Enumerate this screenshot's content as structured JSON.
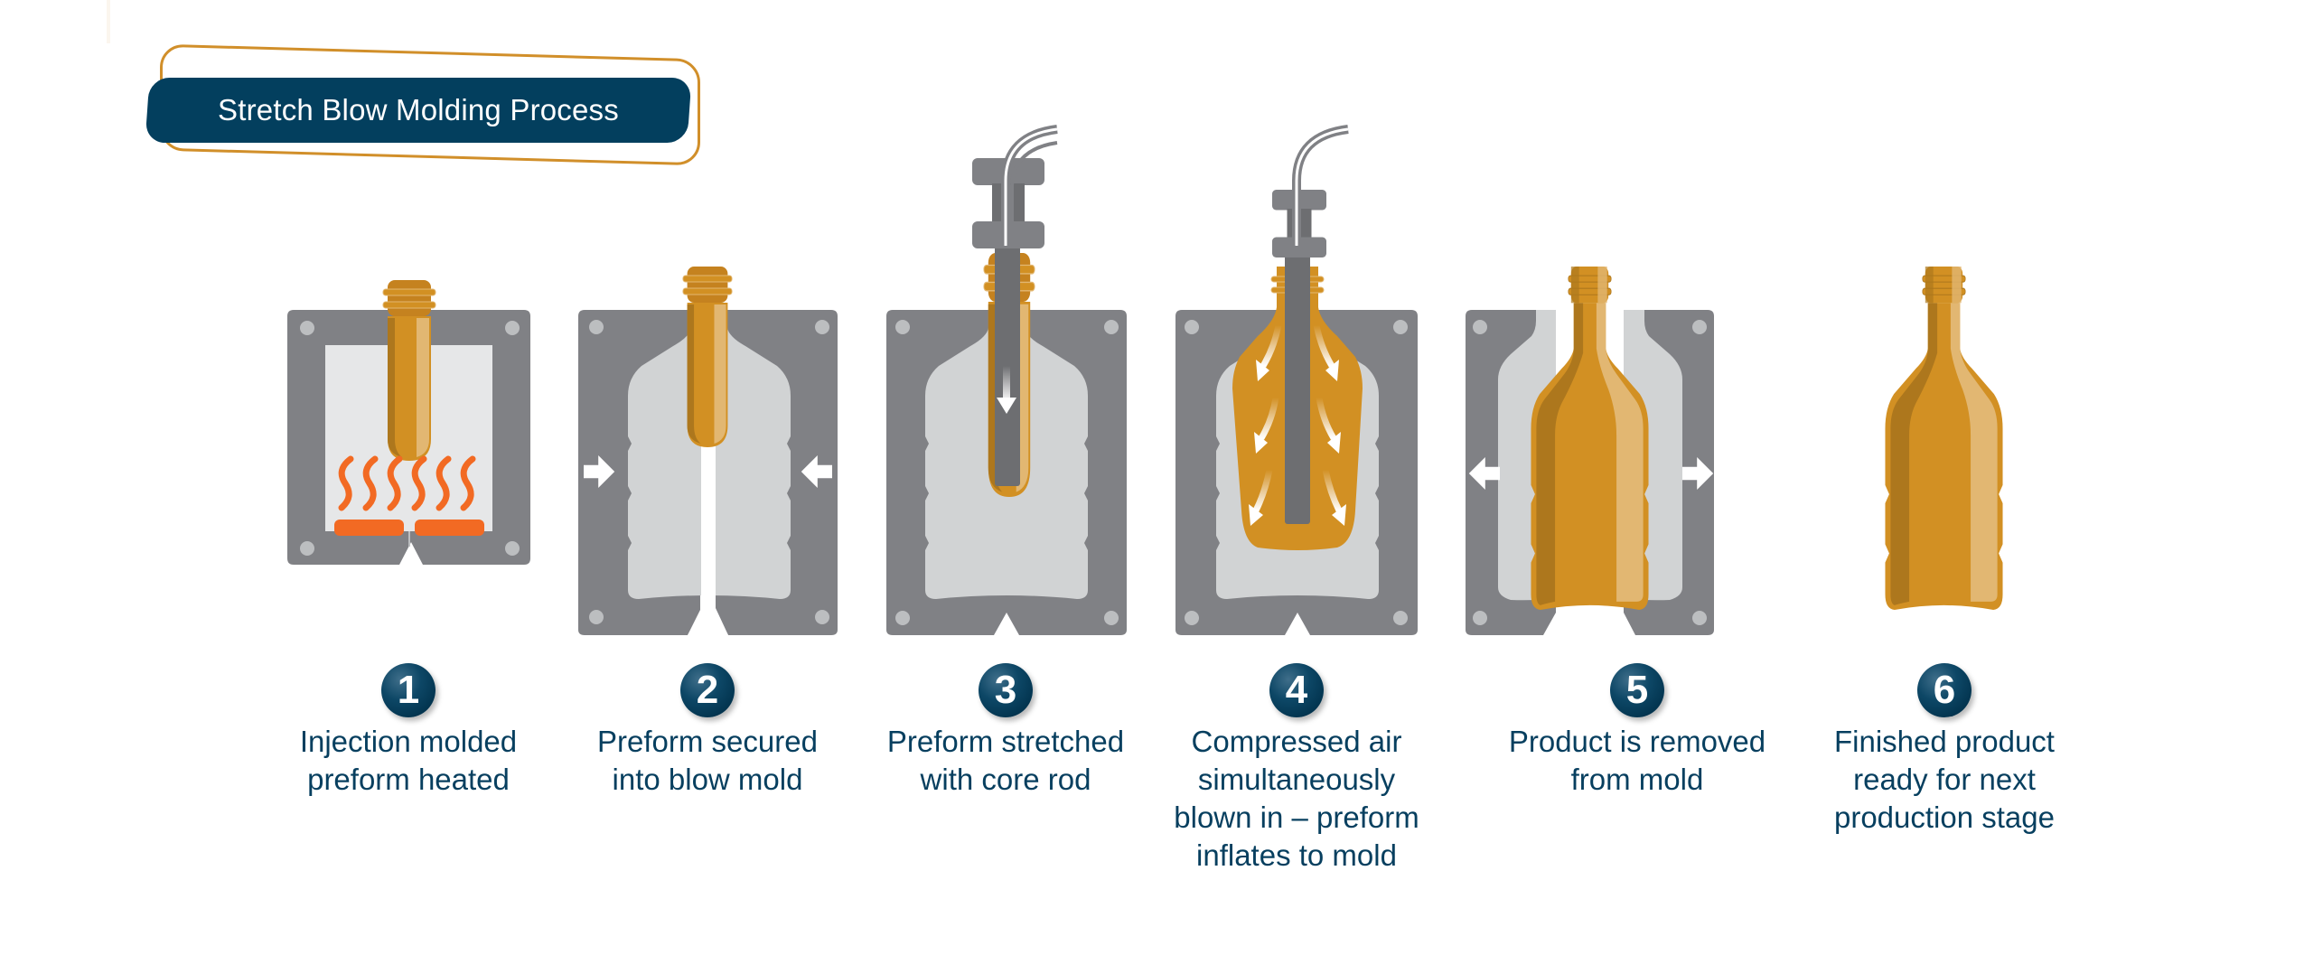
{
  "title": "Stretch Blow Molding Process",
  "colors": {
    "navy": "#033f5e",
    "accent_orange_outline": "#d18f2a",
    "mold_gray": "#808185",
    "cavity_gray": "#d1d3d4",
    "amber": "#d29023",
    "amber_dark": "#ad771d",
    "amber_light": "#e2b772",
    "heat_orange": "#f26a23",
    "core_rod": "#6d6e71"
  },
  "steps": [
    {
      "number": "1",
      "label": "Injection molded preform heated",
      "lines": [
        "Injection molded",
        "preform heated"
      ]
    },
    {
      "number": "2",
      "label": "Preform secured into blow mold",
      "lines": [
        "Preform secured",
        "into blow mold"
      ]
    },
    {
      "number": "3",
      "label": "Preform stretched with core rod",
      "lines": [
        "Preform stretched",
        "with core rod"
      ]
    },
    {
      "number": "4",
      "label": "Compressed air simultaneously blown in – preform inflates to mold",
      "lines": [
        "Compressed air",
        "simultaneously",
        "blown in – preform",
        "inflates to mold"
      ]
    },
    {
      "number": "5",
      "label": "Product is removed from mold",
      "lines": [
        "Product is removed",
        "from mold"
      ]
    },
    {
      "number": "6",
      "label": "Finished product ready for next production stage",
      "lines": [
        "Finished product",
        "ready for next",
        "production stage"
      ]
    }
  ],
  "icons": {
    "step1": [
      "preform-icon",
      "heat-waves-icon",
      "heater-icon",
      "mold-icon"
    ],
    "step2": [
      "preform-icon",
      "mold-halves-icon",
      "arrow-right-icon",
      "arrow-left-icon"
    ],
    "step3": [
      "core-rod-icon",
      "air-hose-icon",
      "arrow-down-icon",
      "mold-icon"
    ],
    "step4": [
      "inflated-bottle-icon",
      "air-flow-arrows-icon",
      "mold-icon"
    ],
    "step5": [
      "bottle-icon",
      "mold-halves-open-icon",
      "arrow-left-icon",
      "arrow-right-icon"
    ],
    "step6": [
      "bottle-icon"
    ]
  }
}
